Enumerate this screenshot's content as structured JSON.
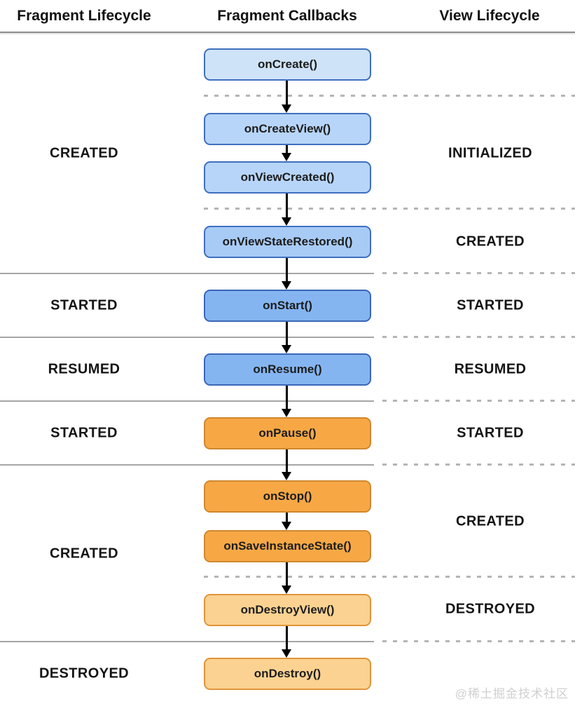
{
  "columns": {
    "left": "Fragment Lifecycle",
    "middle": "Fragment Callbacks",
    "right": "View Lifecycle"
  },
  "callbacks": [
    {
      "label": "onCreate()",
      "style": "blue-lightest"
    },
    {
      "label": "onCreateView()",
      "style": "blue-light"
    },
    {
      "label": "onViewCreated()",
      "style": "blue-light"
    },
    {
      "label": "onViewStateRestored()",
      "style": "blue-medium"
    },
    {
      "label": "onStart()",
      "style": "blue"
    },
    {
      "label": "onResume()",
      "style": "blue"
    },
    {
      "label": "onPause()",
      "style": "orange"
    },
    {
      "label": "onStop()",
      "style": "orange"
    },
    {
      "label": "onSaveInstanceState()",
      "style": "orange"
    },
    {
      "label": "onDestroyView()",
      "style": "orange-light"
    },
    {
      "label": "onDestroy()",
      "style": "orange-light"
    }
  ],
  "fragment_states": [
    "CREATED",
    "STARTED",
    "RESUMED",
    "STARTED",
    "CREATED",
    "DESTROYED"
  ],
  "view_states": [
    "INITIALIZED",
    "CREATED",
    "STARTED",
    "RESUMED",
    "STARTED",
    "CREATED",
    "DESTROYED"
  ],
  "watermark": "@稀土掘金技术社区",
  "colors": {
    "box_blue_lightest": "#cfe3f8",
    "box_blue_light": "#b7d5f8",
    "box_blue_medium": "#a8cbf6",
    "box_blue": "#85b5f1",
    "box_blue_border": "#3f6fbe",
    "box_orange": "#f7a845",
    "box_orange_border": "#cf882e",
    "box_orange_light": "#fbd291",
    "box_orange_light_border": "#df953b",
    "divider_solid": "#a6a6a6",
    "divider_dashed": "#b5b5b5",
    "arrow": "#000000",
    "text": "#111111",
    "watermark_text": "#cfcfcf"
  }
}
